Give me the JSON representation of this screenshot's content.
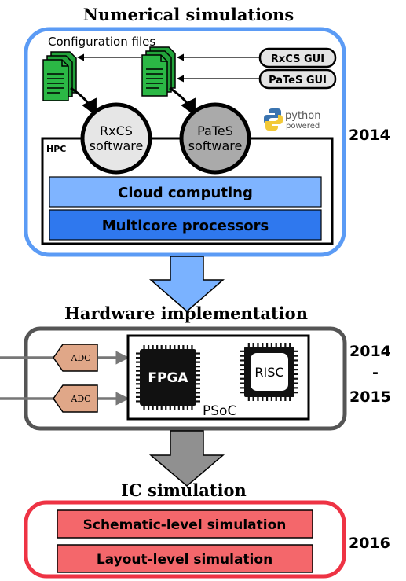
{
  "sections": {
    "numerical": {
      "title": "Numerical simulations",
      "year": "2014",
      "config_label": "Configuration files",
      "gui_rxcs": "RxCS GUI",
      "gui_pates": "PaTeS GUI",
      "python_word": "python",
      "python_sub": "powered",
      "rxcs_line1": "RxCS",
      "rxcs_line2": "software",
      "pates_line1": "PaTeS",
      "pates_line2": "software",
      "hpc_label": "HPC",
      "cloud": "Cloud computing",
      "multicore": "Multicore processors"
    },
    "hardware": {
      "title": "Hardware implementation",
      "year_start": "2014",
      "year_dash": "-",
      "year_end": "2015",
      "adc_top": "ADC",
      "adc_bottom": "ADC",
      "fpga": "FPGA",
      "risc": "RISC",
      "psoc": "PSoC"
    },
    "ic": {
      "title": "IC simulation",
      "year": "2016",
      "schematic": "Schematic-level simulation",
      "layout": "Layout-level simulation"
    }
  },
  "colors": {
    "numerical_border": "#5b9bf5",
    "hardware_border": "#555555",
    "ic_border": "#ee3344",
    "cloud_fill": "#7fb4ff",
    "multicore_fill": "#2f78ee",
    "ic_box_fill": "#f4676b",
    "adc_fill": "#e0a788",
    "doc_green": "#22a33a",
    "arrow_blue": "#7ab2ff",
    "arrow_gray": "#909090"
  },
  "icons": [
    "document-stack-icon",
    "python-logo-icon",
    "fpga-chip-icon",
    "risc-chip-icon",
    "adc-icon",
    "down-arrow-icon"
  ]
}
